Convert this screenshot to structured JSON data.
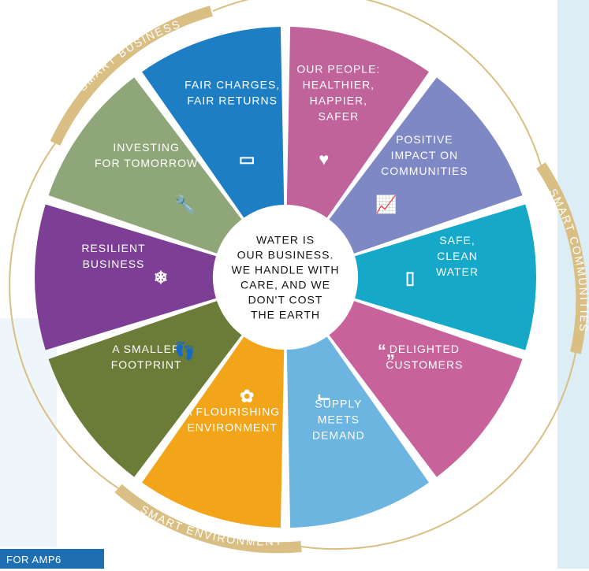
{
  "center_text": [
    "WATER IS",
    "OUR BUSINESS.",
    "WE HANDLE WITH",
    "CARE, AND WE",
    "DON'T COST",
    "THE EARTH"
  ],
  "segments": [
    {
      "id": "people",
      "lines": [
        "OUR PEOPLE:",
        "HEALTHIER,",
        "HAPPIER,",
        "SAFER"
      ],
      "color": "#c0639b",
      "icon": "heart-icon",
      "icon_glyph": "♥"
    },
    {
      "id": "communities",
      "lines": [
        "POSITIVE",
        "IMPACT ON",
        "COMMUNITIES"
      ],
      "color": "#7e88c4",
      "icon": "growth-chart-icon",
      "icon_glyph": "📈"
    },
    {
      "id": "clean-water",
      "lines": [
        "SAFE,",
        "CLEAN",
        "WATER"
      ],
      "color": "#16a8c9",
      "icon": "water-glass-icon",
      "icon_glyph": "▯"
    },
    {
      "id": "customers",
      "lines": [
        "DELIGHTED",
        "CUSTOMERS"
      ],
      "color": "#c8629a",
      "icon": "quote-icon",
      "icon_glyph": "“„"
    },
    {
      "id": "supply",
      "lines": [
        "SUPPLY",
        "MEETS",
        "DEMAND"
      ],
      "color": "#6cb5e1",
      "icon": "pipe-icon",
      "icon_glyph": "⌙"
    },
    {
      "id": "environment",
      "lines": [
        "A FLOURISHING",
        "ENVIRONMENT"
      ],
      "color": "#f3a51a",
      "icon": "flower-icon",
      "icon_glyph": "✿"
    },
    {
      "id": "footprint",
      "lines": [
        "A SMALLER",
        "FOOTPRINT"
      ],
      "color": "#6a7c38",
      "icon": "footprint-icon",
      "icon_glyph": "👣"
    },
    {
      "id": "resilient",
      "lines": [
        "RESILIENT",
        "BUSINESS"
      ],
      "color": "#7d3f96",
      "icon": "snowflake-icon",
      "icon_glyph": "❄"
    },
    {
      "id": "investing",
      "lines": [
        "INVESTING",
        "FOR TOMORROW"
      ],
      "color": "#8fa679",
      "icon": "wrench-icon",
      "icon_glyph": "🔧"
    },
    {
      "id": "charges",
      "lines": [
        "FAIR CHARGES,",
        "FAIR RETURNS"
      ],
      "color": "#1d7ec4",
      "icon": "wallet-icon",
      "icon_glyph": "▭"
    }
  ],
  "ring_labels": {
    "business": "SMART BUSINESS",
    "communities": "SMART COMMUNITIES",
    "environment": "SMART ENVIRONMENT"
  },
  "footer_tab": "FOR AMP6",
  "ring_color": "#d9bf84"
}
